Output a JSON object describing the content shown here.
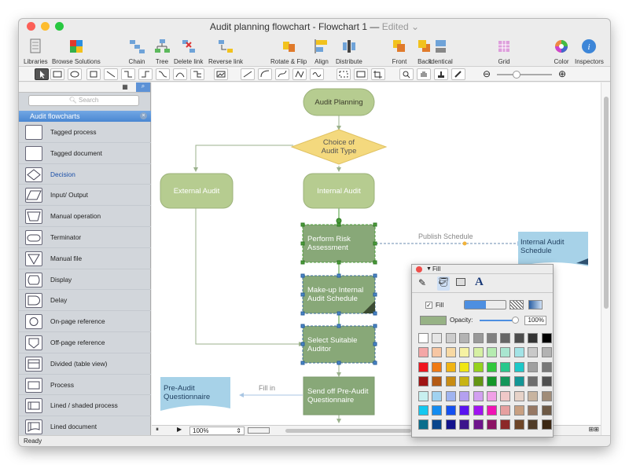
{
  "window": {
    "title": "Audit planning flowchart - Flowchart 1",
    "edited": "Edited",
    "status": "Ready"
  },
  "toolbar": [
    {
      "label": "Libraries",
      "icon": "libraries-icon"
    },
    {
      "label": "Browse Solutions",
      "icon": "browse-solutions-icon"
    },
    {
      "label": "Chain",
      "icon": "chain-icon"
    },
    {
      "label": "Tree",
      "icon": "tree-icon"
    },
    {
      "label": "Delete link",
      "icon": "delete-link-icon"
    },
    {
      "label": "Reverse link",
      "icon": "reverse-link-icon"
    },
    {
      "label": "Rotate & Flip",
      "icon": "rotate-flip-icon"
    },
    {
      "label": "Align",
      "icon": "align-icon"
    },
    {
      "label": "Distribute",
      "icon": "distribute-icon"
    },
    {
      "label": "Front",
      "icon": "front-icon"
    },
    {
      "label": "Back",
      "icon": "back-icon"
    },
    {
      "label": "Identical",
      "icon": "identical-icon"
    },
    {
      "label": "Grid",
      "icon": "grid-icon"
    },
    {
      "label": "Color",
      "icon": "color-wheel-icon"
    },
    {
      "label": "Inspectors",
      "icon": "info-icon"
    }
  ],
  "sidebar": {
    "search_placeholder": "Search",
    "library_title": "Audit flowcharts",
    "items": [
      {
        "label": "Tagged process"
      },
      {
        "label": "Tagged document"
      },
      {
        "label": "Decision"
      },
      {
        "label": "Input/ Output"
      },
      {
        "label": "Manual operation"
      },
      {
        "label": "Terminator"
      },
      {
        "label": "Manual file"
      },
      {
        "label": "Display"
      },
      {
        "label": "Delay"
      },
      {
        "label": "On-page reference"
      },
      {
        "label": "Off-page reference"
      },
      {
        "label": "Divided (table view)"
      },
      {
        "label": "Process"
      },
      {
        "label": "Lined / shaded process"
      },
      {
        "label": "Lined document"
      }
    ]
  },
  "zoom": {
    "value": "100%"
  },
  "flowchart": {
    "audit_planning": "Audit Planning",
    "choice": "Choice of Audit Type",
    "external_audit": "External Audit",
    "internal_audit": "Internal Audit",
    "perform_risk": "Perform Risk Assessment",
    "makeup_schedule": "Make-up Internal Audit Schedule",
    "select_auditor": "Select Suitable Auditor",
    "send_off": "Send off Pre-Audit Questionnaire",
    "pre_audit_q": "Pre-Audit Questionnaire",
    "internal_schedule": "Internal Audit Schedule",
    "publish_label": "Publish Schedule",
    "fill_in_label": "Fill in"
  },
  "fill_panel": {
    "title": "Fill",
    "fill_label": "Fill",
    "fill_checked": true,
    "opacity_label": "Opacity:",
    "opacity_value": "100%",
    "current_color": "#97b285",
    "palette": [
      [
        "#ffffff",
        "#e6e6e6",
        "#cccccc",
        "#b3b3b3",
        "#999999",
        "#808080",
        "#666666",
        "#4d4d4d",
        "#333333",
        "#000000"
      ],
      [
        "#f4a6a6",
        "#f7c6a3",
        "#f8d9a3",
        "#f6f2a3",
        "#d6f0a3",
        "#b5ebb0",
        "#a9e6d0",
        "#a3e3e6",
        "#c9c9c9",
        "#b3b3b3"
      ],
      [
        "#f0141e",
        "#f07a14",
        "#f0b414",
        "#f0e614",
        "#96d21e",
        "#32c83c",
        "#28c88c",
        "#1ec8c8",
        "#a0a0a0",
        "#787878"
      ],
      [
        "#a01414",
        "#b45a14",
        "#c88c14",
        "#c8b414",
        "#649614",
        "#149628",
        "#14965a",
        "#149696",
        "#6e6e6e",
        "#505050"
      ],
      [
        "#c8f0f0",
        "#a0d2f0",
        "#a0b4f0",
        "#b4a0f0",
        "#d2a0f0",
        "#f0a0e6",
        "#f0c8c8",
        "#e6d2c8",
        "#c8b4a0",
        "#a08c78"
      ],
      [
        "#14c8f0",
        "#148cf0",
        "#1450f0",
        "#5a14f0",
        "#a014f0",
        "#f014b4",
        "#e6a0a0",
        "#c8a082",
        "#967864",
        "#6e5a46"
      ],
      [
        "#0a6e8c",
        "#0a468c",
        "#14148c",
        "#3c148c",
        "#6e148c",
        "#8c1464",
        "#8c2828",
        "#6e4628",
        "#503c28",
        "#3c2814"
      ]
    ]
  }
}
